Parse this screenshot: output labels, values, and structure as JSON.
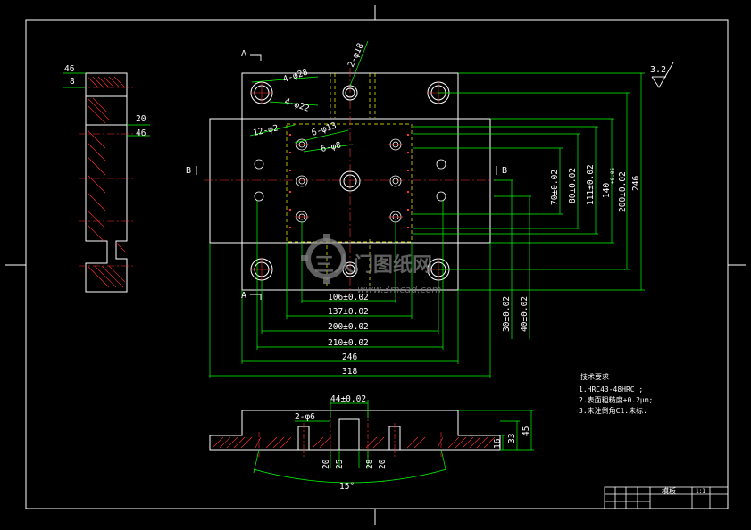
{
  "colors": {
    "background": "#000000",
    "outline": "#ffffff",
    "dimension": "#00ff00",
    "hidden": "#ffff00",
    "center": "#ff3333",
    "hatch": "#ff3333",
    "watermark": "#7f7f7f"
  },
  "section_labels": {
    "a_top": "A",
    "a_bottom": "A",
    "b_left": "B",
    "b_right": "B"
  },
  "left_view": {
    "dim_top1": "46",
    "dim_top2": "8",
    "dim_mid1": "20",
    "dim_mid2": "46"
  },
  "main_view": {
    "hole_a": "4-φ28",
    "hole_b": "4-φ22",
    "hole_c": "2-φ18",
    "hole_d": "12-φ2",
    "hole_e": "6-φ13",
    "hole_f": "6-φ8",
    "v_dims": [
      "70±0.02",
      "80±0.02",
      "111±0.02",
      "140",
      "200±0.02",
      "246"
    ],
    "v140_tol": "+0.05",
    "h_dims": [
      "106±0.02",
      "137±0.02",
      "200±0.02",
      "210±0.02",
      "246",
      "318"
    ],
    "side_dims": [
      "30±0.02",
      "40±0.02"
    ],
    "roughness": "3.2"
  },
  "section_view": {
    "dim_top": "44±0.02",
    "hole": "2-φ6",
    "bottom_dims": [
      "20",
      "25",
      "28",
      "20"
    ],
    "right_dims": [
      "16",
      "33",
      "45"
    ],
    "angle": "15°"
  },
  "notes": {
    "title": "技术要求",
    "line1": "1.HRC43-48HRC ;",
    "line2": "2.表面粗糙度+0.2μm;",
    "line3": "3.未注倒角C1.未标."
  },
  "title_block": {
    "name": "模板",
    "scale": "1:1"
  },
  "watermark": {
    "brand": "三人门图纸网",
    "url": "www.3mcad.com"
  }
}
